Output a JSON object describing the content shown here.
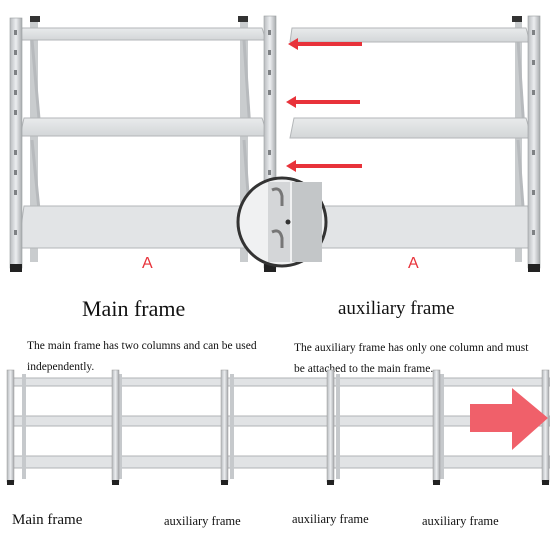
{
  "top_labels": {
    "main_letter": "A",
    "aux_letter": "A"
  },
  "captions": {
    "main_title": "Main frame",
    "aux_title": "auxiliary frame",
    "main_desc": "The main frame has two columns and can be used independently.",
    "aux_desc": "The auxiliary frame has only one column and must be attached to the main frame."
  },
  "bottom_labels": [
    "Main frame",
    "auxiliary frame",
    "auxiliary frame",
    "auxiliary frame"
  ],
  "colors": {
    "frame_steel": "#d8dadc",
    "shelf_board": "#e6e8ea",
    "arrow_red": "#e8323a",
    "big_arrow": "#f0606a"
  },
  "icons": [
    "arrow-left-icon",
    "arrow-right-icon"
  ]
}
